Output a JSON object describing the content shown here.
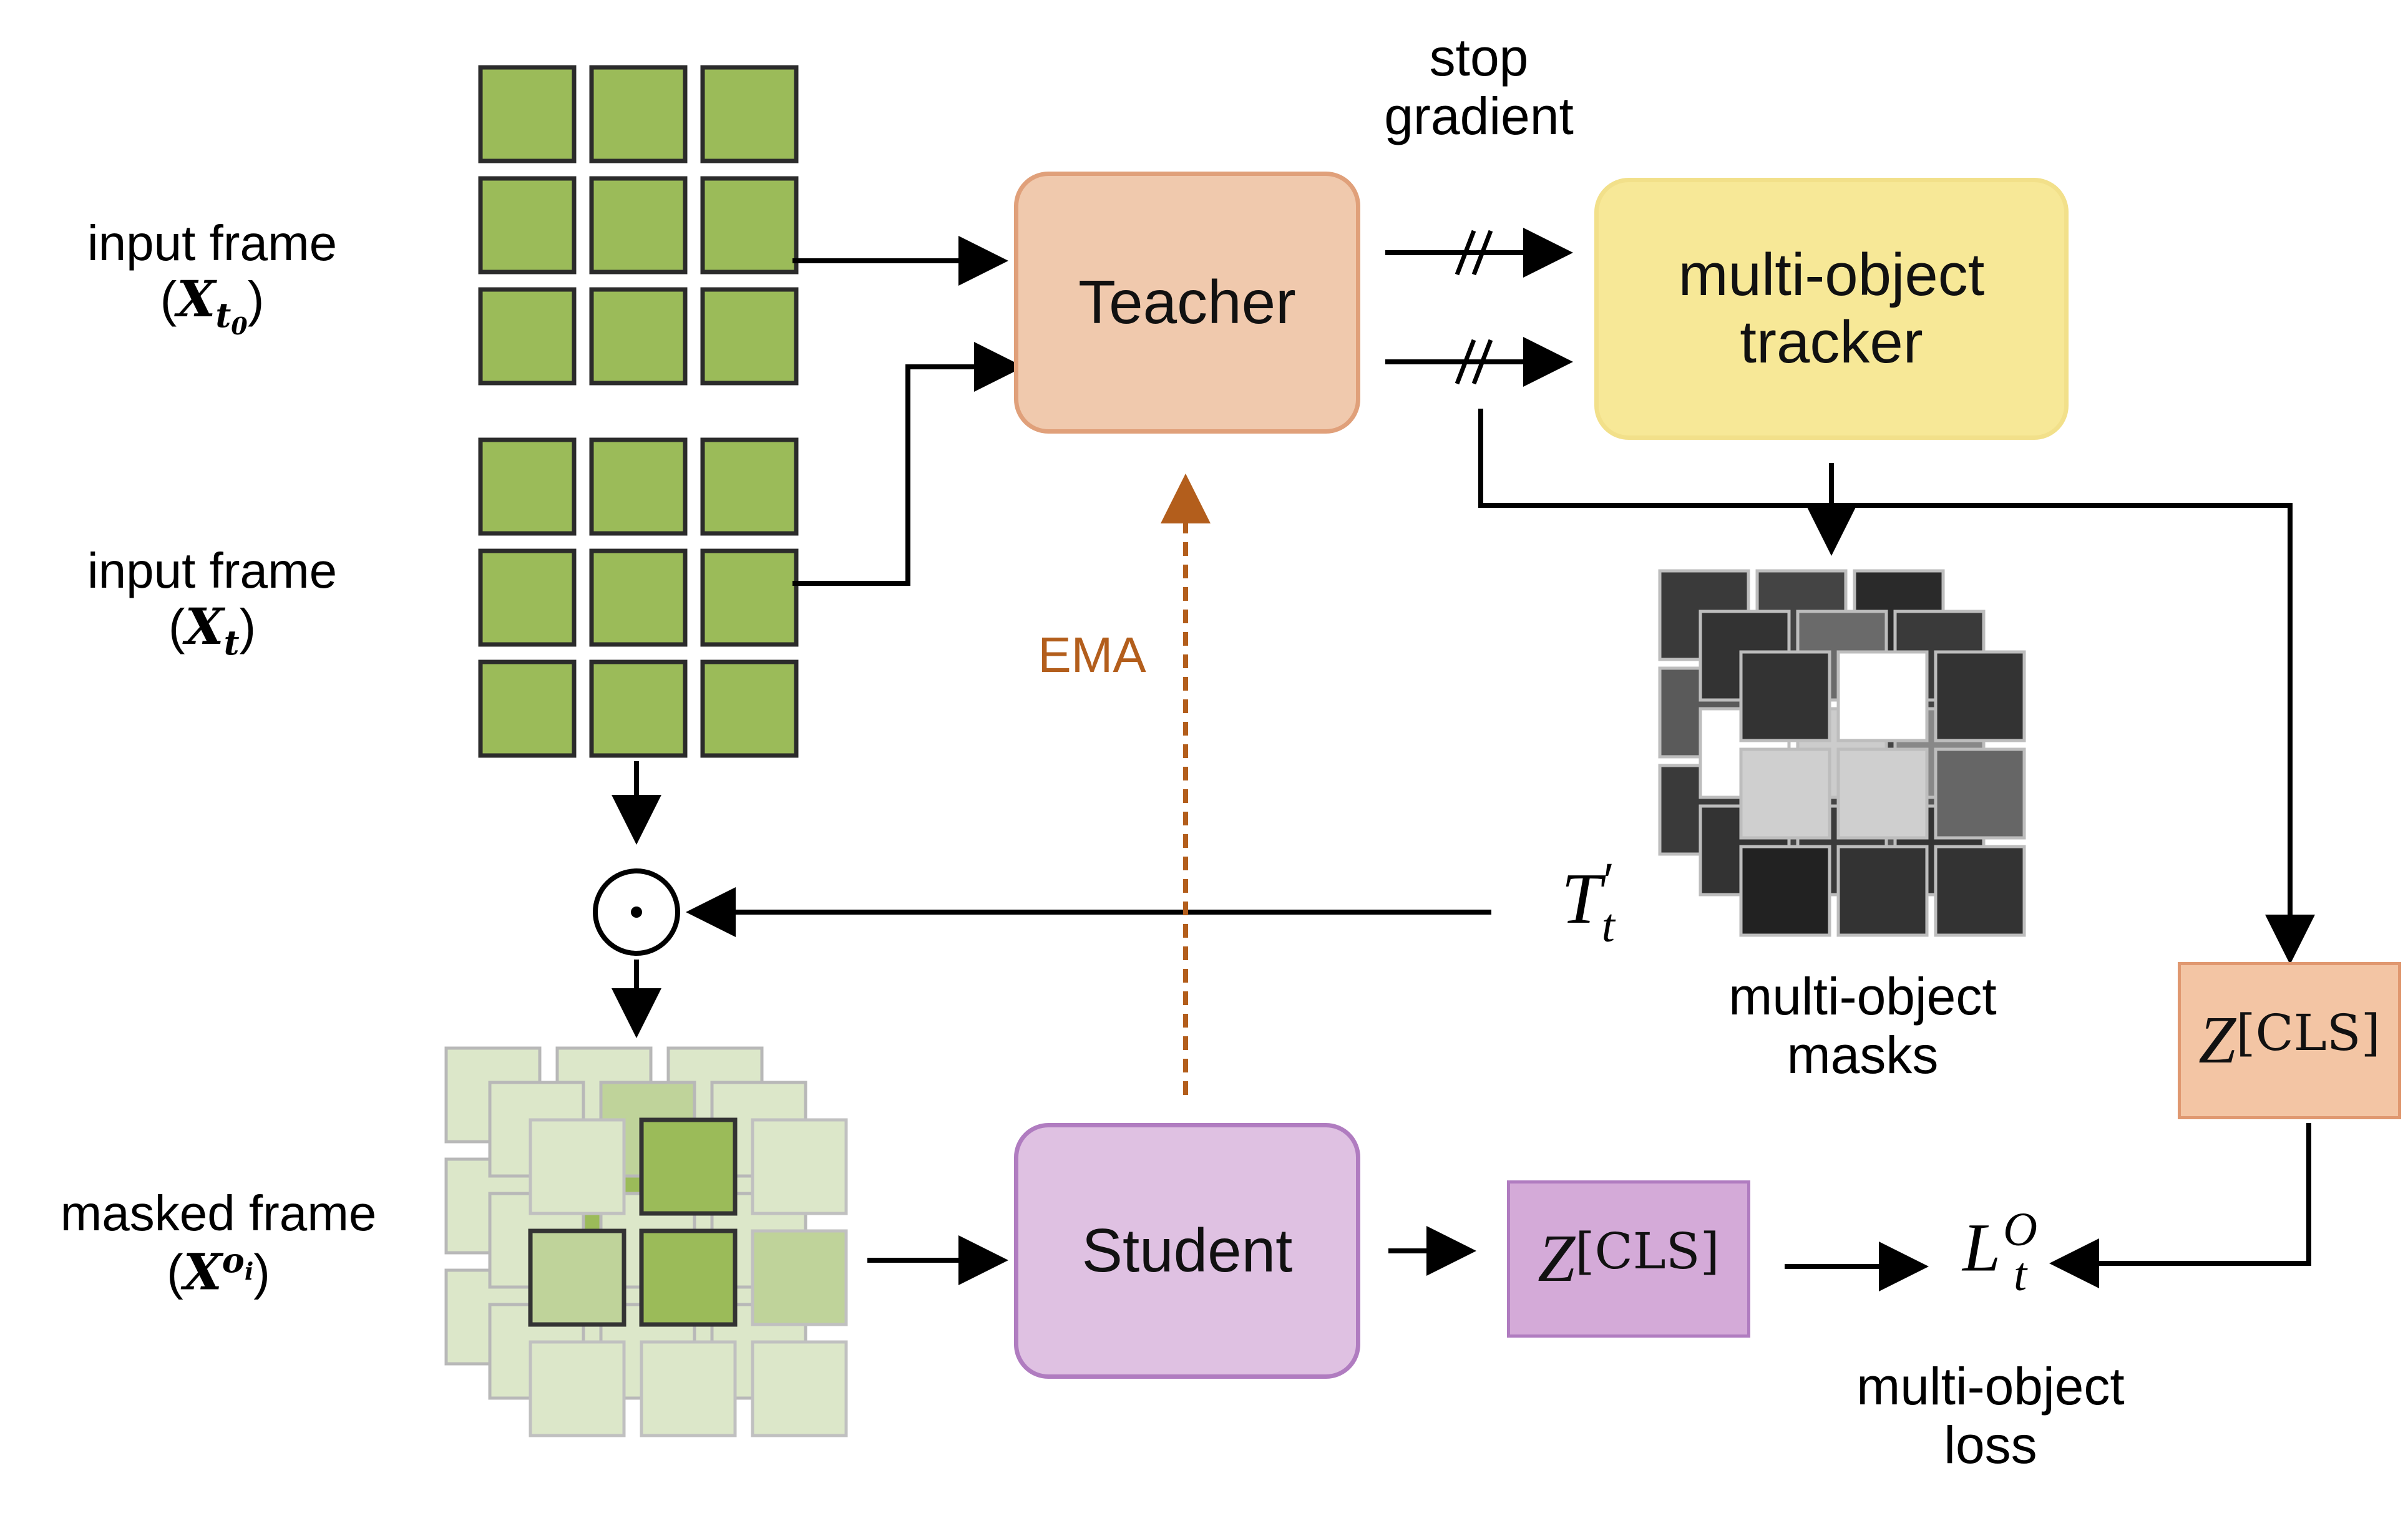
{
  "labels": {
    "input_frame_1": "input frame",
    "input_frame_1_var": "X",
    "input_frame_1_sub": "t",
    "input_frame_1_subsub": "0",
    "input_frame_2": "input frame",
    "input_frame_2_var": "X",
    "input_frame_2_sub": "t",
    "masked_frame": "masked frame",
    "masked_frame_var": "X",
    "masked_frame_sup": "o",
    "masked_frame_supsub": "i",
    "stop_gradient_1": "stop",
    "stop_gradient_2": "gradient",
    "ema": "EMA",
    "masks_1": "multi-object",
    "masks_2": "masks",
    "loss_1": "multi-object",
    "loss_2": "loss",
    "t_prime": "T",
    "t_prime_sub": "t",
    "t_prime_mark": "′",
    "odot": "⊙"
  },
  "blocks": {
    "teacher": "Teacher",
    "tracker_1": "multi-object",
    "tracker_2": "tracker",
    "student": "Student"
  },
  "tokens": {
    "z_teacher": "Z",
    "z_teacher_sup": "[CLS]",
    "z_student": "Z",
    "z_student_sup": "[CLS]",
    "loss_var": "L",
    "loss_sub": "t",
    "loss_sup": "O"
  },
  "colors": {
    "patch_green": "#9bbb59",
    "patch_light": "#dce7c9",
    "patch_mid": "#bfd39a",
    "teacher_fill": "#f0c9ad",
    "teacher_border": "#e0a07a",
    "tracker_fill": "#f7e897",
    "tracker_border": "#f2e08a",
    "student_fill": "#dfc1e2",
    "student_border": "#b07cc0",
    "z_teacher_fill": "#f3c5a4",
    "z_teacher_border": "#e09870",
    "z_student_fill": "#d4aad8",
    "z_student_border": "#b07cc0",
    "ema_color": "#b35e1c"
  }
}
